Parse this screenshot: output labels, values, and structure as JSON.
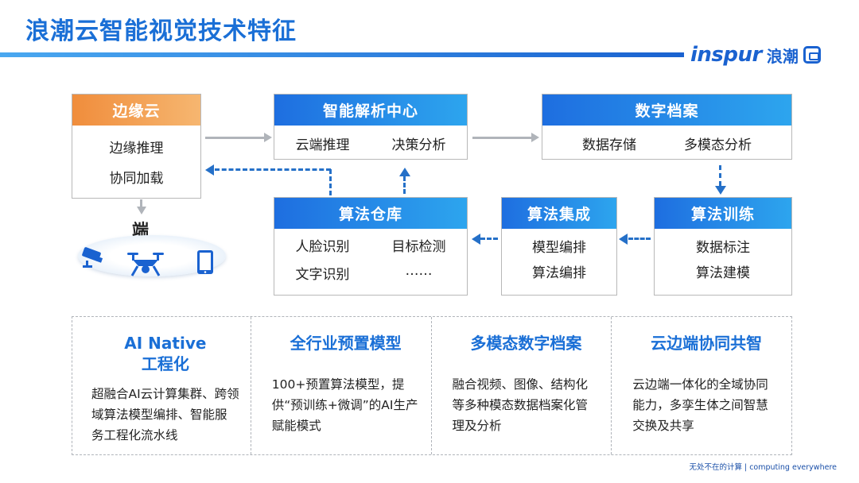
{
  "page": {
    "title": "浪潮云智能视觉技术特征",
    "brand_en": "inspur",
    "brand_cn": "浪潮",
    "footer": "无处不在的计算  |  computing everywhere"
  },
  "colors": {
    "accent": "#1a6fd6",
    "orange": "#f08d3c",
    "dashed_arrow": "#2570c8",
    "gray_arrow": "#b0b4ba"
  },
  "diagram": {
    "edge": {
      "title": "边缘云",
      "items": [
        "边缘推理",
        "协同加载"
      ]
    },
    "analysis": {
      "title": "智能解析中心",
      "items": [
        "云端推理",
        "决策分析"
      ]
    },
    "archive": {
      "title": "数字档案",
      "items": [
        "数据存储",
        "多模态分析"
      ]
    },
    "repo": {
      "title": "算法仓库",
      "items": [
        "人脸识别",
        "目标检测",
        "文字识别",
        "……"
      ]
    },
    "integration": {
      "title": "算法集成",
      "items": [
        "模型编排",
        "算法编排"
      ]
    },
    "training": {
      "title": "算法训练",
      "items": [
        "数据标注",
        "算法建模"
      ]
    },
    "terminal": {
      "label": "端",
      "devices": [
        "camera-icon",
        "drone-icon",
        "tablet-icon"
      ]
    }
  },
  "features": [
    {
      "title": "AI Native\n工程化",
      "text": "超融合AI云计算集群、跨领域算法模型编排、智能服务工程化流水线"
    },
    {
      "title": "全行业预置模型",
      "text": "100+预置算法模型，提供“预训练+微调”的AI生产赋能模式"
    },
    {
      "title": "多模态数字档案",
      "text": "融合视频、图像、结构化等多种模态数据档案化管理及分析"
    },
    {
      "title": "云边端协同共智",
      "text": "云边端一体化的全域协同能力，多孪生体之间智慧交换及共享"
    }
  ]
}
